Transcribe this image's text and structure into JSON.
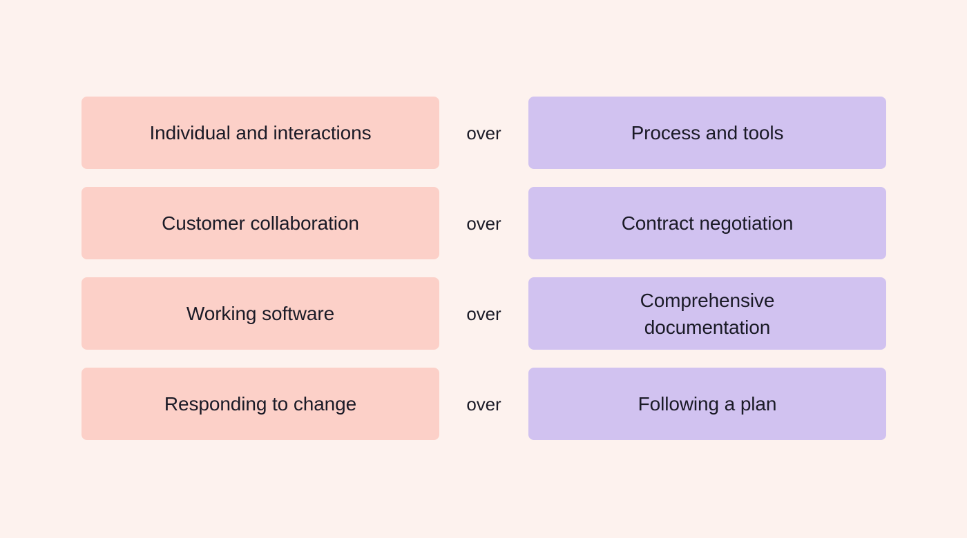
{
  "page": {
    "background_color": "#fdf2ee",
    "text_color": "#1a1a26"
  },
  "palette": {
    "preferred_card": "#fcd0c8",
    "deprioritized_card": "#d1c2f0"
  },
  "connector": {
    "label": "over"
  },
  "rows": [
    {
      "preferred": "Individual and interactions",
      "connector": "over",
      "deprioritized": "Process and tools"
    },
    {
      "preferred": "Customer collaboration",
      "connector": "over",
      "deprioritized": "Contract negotiation"
    },
    {
      "preferred": "Working software",
      "connector": "over",
      "deprioritized": "Comprehensive\ndocumentation"
    },
    {
      "preferred": "Responding to change",
      "connector": "over",
      "deprioritized": "Following a plan"
    }
  ]
}
